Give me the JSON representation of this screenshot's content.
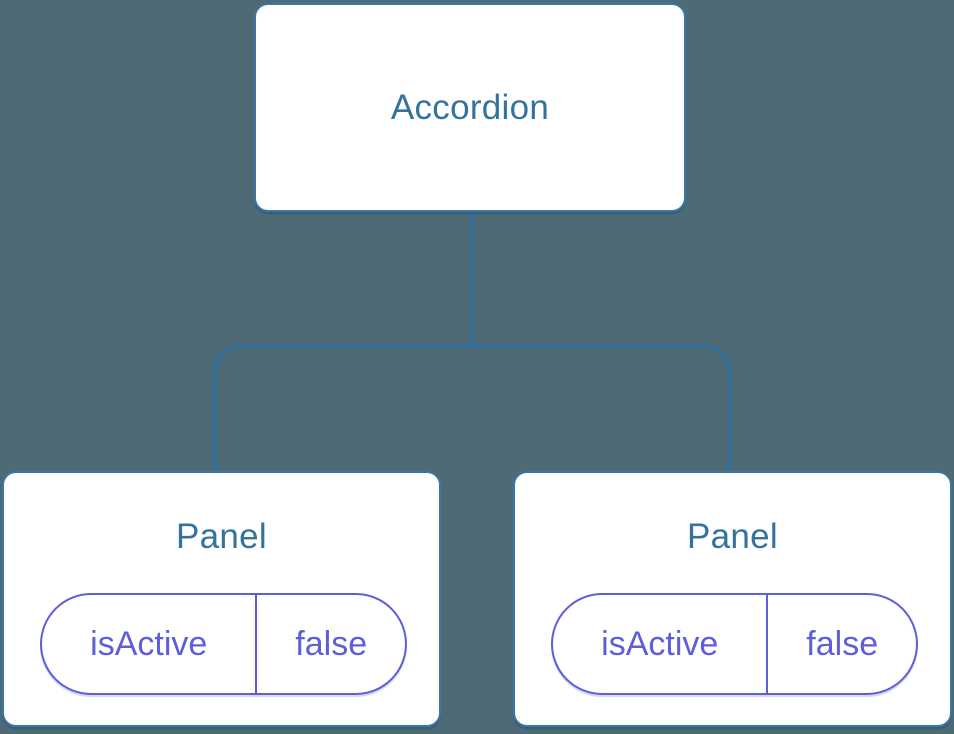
{
  "diagram": {
    "root": {
      "label": "Accordion"
    },
    "children": [
      {
        "label": "Panel",
        "props": [
          {
            "name": "isActive",
            "value": "false"
          }
        ]
      },
      {
        "label": "Panel",
        "props": [
          {
            "name": "isActive",
            "value": "false"
          }
        ]
      }
    ]
  },
  "colors": {
    "background": "#4e6a74",
    "box_background": "#ffffff",
    "box_border": "#3a76a6",
    "node_text": "#33739e",
    "connector": "#2e709f",
    "prop_accent": "#5e5ed8"
  }
}
